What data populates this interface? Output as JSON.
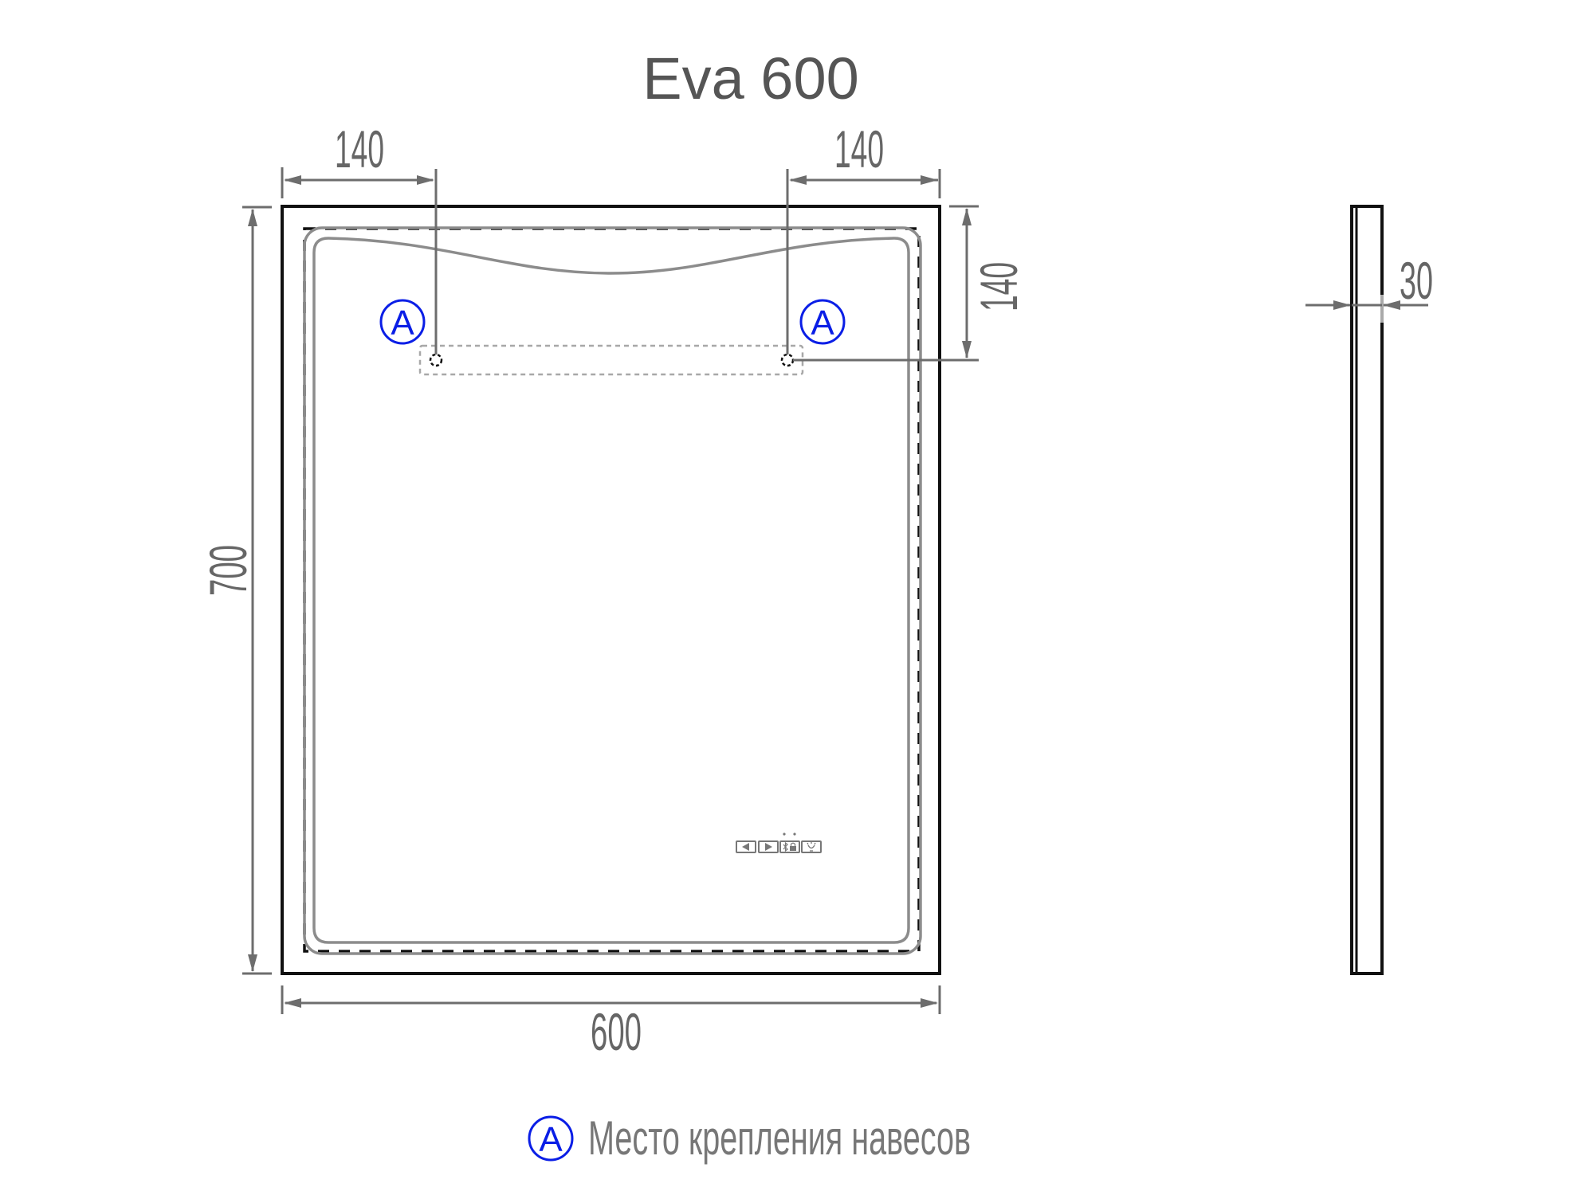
{
  "title": "Eva 600",
  "dimensions": {
    "left_offset": "140",
    "right_offset": "140",
    "mount_height": "140",
    "height": "700",
    "width": "600",
    "depth": "30"
  },
  "markers": {
    "left": "A",
    "right": "A"
  },
  "legend": {
    "symbol": "A",
    "text": "Место крепления навесов"
  },
  "control_panel": {
    "buttons": [
      "prev-icon",
      "next-icon",
      "bluetooth-lock-icon",
      "light-touch-icon"
    ]
  },
  "colors": {
    "marker_blue": "#0a1ee6",
    "dimension_gray": "#6d6d6d",
    "frame_black": "#111111"
  }
}
